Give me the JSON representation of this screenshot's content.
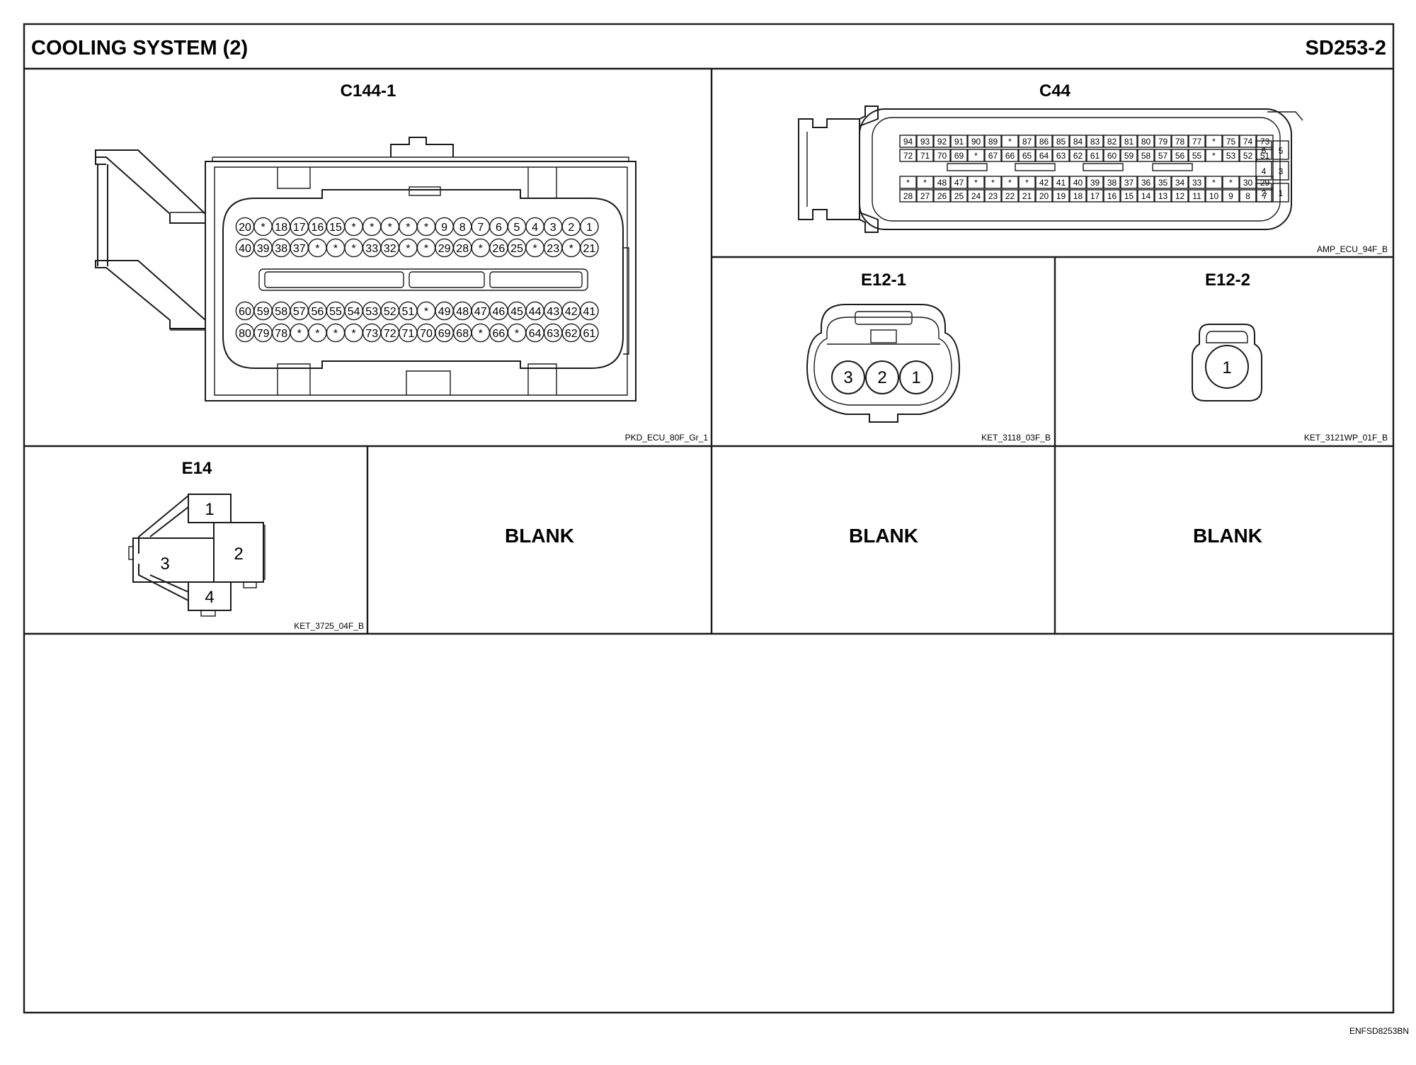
{
  "header": {
    "title": "COOLING SYSTEM (2)",
    "code": "SD253-2"
  },
  "connectors": {
    "c144_1": {
      "label": "C144-1",
      "part": "PKD_ECU_80F_Gr_1",
      "rows": [
        [
          "20",
          "*",
          "18",
          "17",
          "16",
          "15",
          "*",
          "*",
          "*",
          "*",
          "*",
          "9",
          "8",
          "7",
          "6",
          "5",
          "4",
          "3",
          "2",
          "1"
        ],
        [
          "40",
          "39",
          "38",
          "37",
          "*",
          "*",
          "*",
          "33",
          "32",
          "*",
          "*",
          "29",
          "28",
          "*",
          "26",
          "25",
          "*",
          "23",
          "*",
          "21"
        ],
        [
          "60",
          "59",
          "58",
          "57",
          "56",
          "55",
          "54",
          "53",
          "52",
          "51",
          "*",
          "49",
          "48",
          "47",
          "46",
          "45",
          "44",
          "43",
          "42",
          "41"
        ],
        [
          "80",
          "79",
          "78",
          "*",
          "*",
          "*",
          "*",
          "73",
          "72",
          "71",
          "70",
          "69",
          "68",
          "*",
          "66",
          "*",
          "64",
          "63",
          "62",
          "61"
        ]
      ]
    },
    "c44": {
      "label": "C44",
      "part": "AMP_ECU_94F_B",
      "rows": [
        [
          "94",
          "93",
          "92",
          "91",
          "90",
          "89",
          "*",
          "87",
          "86",
          "85",
          "84",
          "83",
          "82",
          "81",
          "80",
          "79",
          "78",
          "77",
          "*",
          "75",
          "74",
          "73"
        ],
        [
          "72",
          "71",
          "70",
          "69",
          "*",
          "67",
          "66",
          "65",
          "64",
          "63",
          "62",
          "61",
          "60",
          "59",
          "58",
          "57",
          "56",
          "55",
          "*",
          "53",
          "52",
          "51"
        ],
        [
          "*",
          "*",
          "48",
          "47",
          "*",
          "*",
          "*",
          "*",
          "42",
          "41",
          "40",
          "39",
          "38",
          "37",
          "36",
          "35",
          "34",
          "33",
          "*",
          "*",
          "30",
          "29"
        ],
        [
          "28",
          "27",
          "26",
          "25",
          "24",
          "23",
          "22",
          "21",
          "20",
          "19",
          "18",
          "17",
          "16",
          "15",
          "14",
          "13",
          "12",
          "11",
          "10",
          "9",
          "8",
          "7"
        ]
      ],
      "side_rows": [
        [
          "6",
          "5"
        ],
        [
          "4",
          "3"
        ],
        [
          "2",
          "1"
        ]
      ]
    },
    "e12_1": {
      "label": "E12-1",
      "part": "KET_3118_03F_B",
      "pins": [
        "3",
        "2",
        "1"
      ]
    },
    "e12_2": {
      "label": "E12-2",
      "part": "KET_3121WP_01F_B",
      "pins": [
        "1"
      ]
    },
    "e14": {
      "label": "E14",
      "part": "KET_3725_04F_B",
      "pins": [
        "1",
        "2",
        "3",
        "4"
      ]
    }
  },
  "blanks": [
    "BLANK",
    "BLANK",
    "BLANK"
  ],
  "footer": {
    "code": "ENFSD8253BN"
  }
}
